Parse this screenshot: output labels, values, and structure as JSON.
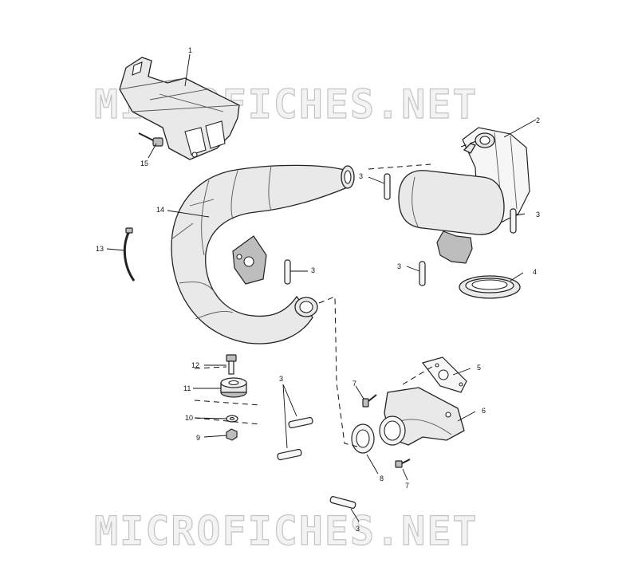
{
  "watermark": {
    "text": "MICROFICHES.NET"
  },
  "callouts": {
    "c1": "1",
    "c2": "2",
    "c3a": "3",
    "c3b": "3",
    "c3c": "3",
    "c3d": "3",
    "c3e": "3",
    "c3f": "3",
    "c4": "4",
    "c5": "5",
    "c6": "6",
    "c7a": "7",
    "c7b": "7",
    "c8": "8",
    "c9": "9",
    "c10": "10",
    "c11": "11",
    "c12": "12",
    "c13": "13",
    "c14": "14",
    "c15": "15"
  }
}
